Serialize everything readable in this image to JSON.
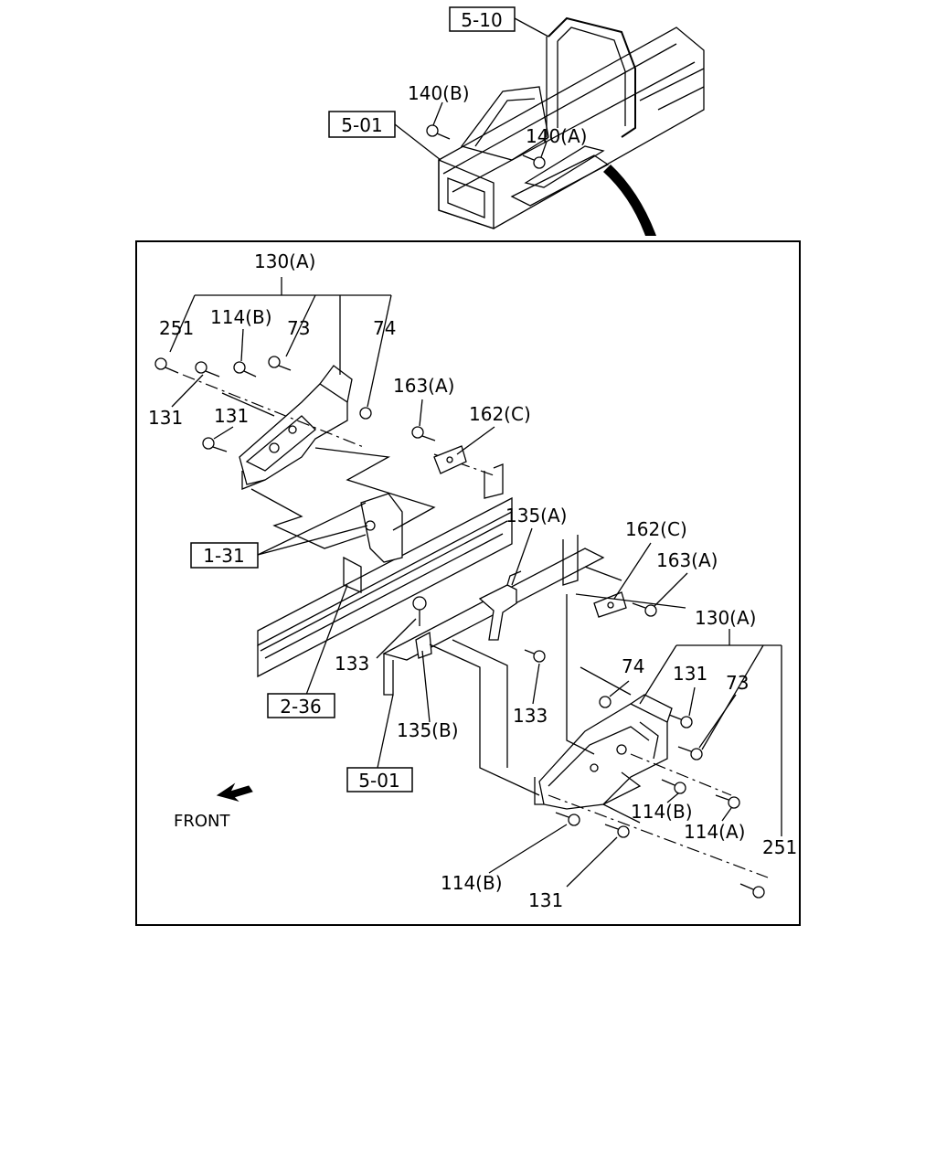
{
  "labels": {
    "ref_5_10": "5-10",
    "ref_5_01_top": "5-01",
    "part_140b": "140(B)",
    "part_140a": "140(A)",
    "part_130a_top": "130(A)",
    "part_251_top": "251",
    "part_114b_top": "114(B)",
    "part_73_top": "73",
    "part_74_top": "74",
    "part_131_top_a": "131",
    "part_131_top_b": "131",
    "part_163a_top": "163(A)",
    "part_162c_top": "162(C)",
    "ref_1_31": "1-31",
    "part_135a": "135(A)",
    "part_162c_right": "162(C)",
    "part_163a_right": "163(A)",
    "part_130a_right": "130(A)",
    "part_133_left": "133",
    "part_133_right": "133",
    "part_74_right": "74",
    "part_131_right_a": "131",
    "part_73_right": "73",
    "ref_2_36": "2-36",
    "part_135b": "135(B)",
    "ref_5_01_bottom": "5-01",
    "front": "FRONT",
    "part_114b_right": "114(B)",
    "part_114a": "114(A)",
    "part_251_right": "251",
    "part_114b_bottom": "114(B)",
    "part_131_bottom": "131"
  }
}
